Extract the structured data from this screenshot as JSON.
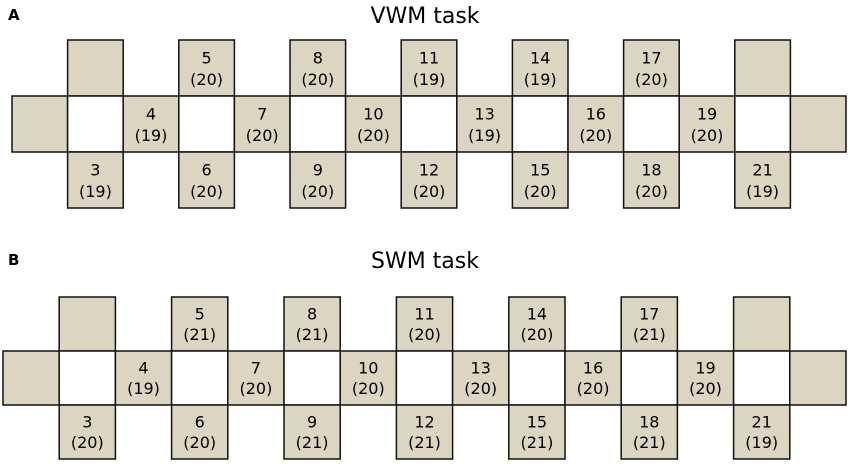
{
  "panels": [
    {
      "letter": "A",
      "title": "VWM task",
      "top_row": [
        {
          "label": "",
          "count": ""
        },
        {
          "label": "5",
          "count": "(20)"
        },
        {
          "label": "8",
          "count": "(20)"
        },
        {
          "label": "11",
          "count": "(19)"
        },
        {
          "label": "14",
          "count": "(19)"
        },
        {
          "label": "17",
          "count": "(20)"
        },
        {
          "label": "",
          "count": ""
        }
      ],
      "middle_row": [
        {
          "label": "",
          "count": "",
          "filled": true
        },
        {
          "label": "",
          "count": "",
          "filled": false
        },
        {
          "label": "4",
          "count": "(19)",
          "filled": true
        },
        {
          "label": "",
          "count": "",
          "filled": false
        },
        {
          "label": "7",
          "count": "(20)",
          "filled": true
        },
        {
          "label": "",
          "count": "",
          "filled": false
        },
        {
          "label": "10",
          "count": "(20)",
          "filled": true
        },
        {
          "label": "",
          "count": "",
          "filled": false
        },
        {
          "label": "13",
          "count": "(19)",
          "filled": true
        },
        {
          "label": "",
          "count": "",
          "filled": false
        },
        {
          "label": "16",
          "count": "(20)",
          "filled": true
        },
        {
          "label": "",
          "count": "",
          "filled": false
        },
        {
          "label": "19",
          "count": "(20)",
          "filled": true
        },
        {
          "label": "",
          "count": "",
          "filled": false
        },
        {
          "label": "",
          "count": "",
          "filled": true
        }
      ],
      "bottom_row": [
        {
          "label": "3",
          "count": "(19)"
        },
        {
          "label": "6",
          "count": "(20)"
        },
        {
          "label": "9",
          "count": "(20)"
        },
        {
          "label": "12",
          "count": "(20)"
        },
        {
          "label": "15",
          "count": "(20)"
        },
        {
          "label": "18",
          "count": "(20)"
        },
        {
          "label": "21",
          "count": "(19)"
        }
      ]
    },
    {
      "letter": "B",
      "title": "SWM task",
      "top_row": [
        {
          "label": "",
          "count": ""
        },
        {
          "label": "5",
          "count": "(21)"
        },
        {
          "label": "8",
          "count": "(21)"
        },
        {
          "label": "11",
          "count": "(20)"
        },
        {
          "label": "14",
          "count": "(20)"
        },
        {
          "label": "17",
          "count": "(21)"
        },
        {
          "label": "",
          "count": ""
        }
      ],
      "middle_row": [
        {
          "label": "",
          "count": "",
          "filled": true
        },
        {
          "label": "",
          "count": "",
          "filled": false
        },
        {
          "label": "4",
          "count": "(19)",
          "filled": true
        },
        {
          "label": "",
          "count": "",
          "filled": false
        },
        {
          "label": "7",
          "count": "(20)",
          "filled": true
        },
        {
          "label": "",
          "count": "",
          "filled": false
        },
        {
          "label": "10",
          "count": "(20)",
          "filled": true
        },
        {
          "label": "",
          "count": "",
          "filled": false
        },
        {
          "label": "13",
          "count": "(20)",
          "filled": true
        },
        {
          "label": "",
          "count": "",
          "filled": false
        },
        {
          "label": "16",
          "count": "(20)",
          "filled": true
        },
        {
          "label": "",
          "count": "",
          "filled": false
        },
        {
          "label": "19",
          "count": "(20)",
          "filled": true
        },
        {
          "label": "",
          "count": "",
          "filled": false
        },
        {
          "label": "",
          "count": "",
          "filled": true
        }
      ],
      "bottom_row": [
        {
          "label": "3",
          "count": "(20)"
        },
        {
          "label": "6",
          "count": "(20)"
        },
        {
          "label": "9",
          "count": "(21)"
        },
        {
          "label": "12",
          "count": "(21)"
        },
        {
          "label": "15",
          "count": "(21)"
        },
        {
          "label": "18",
          "count": "(21)"
        },
        {
          "label": "21",
          "count": "(19)"
        }
      ]
    }
  ]
}
